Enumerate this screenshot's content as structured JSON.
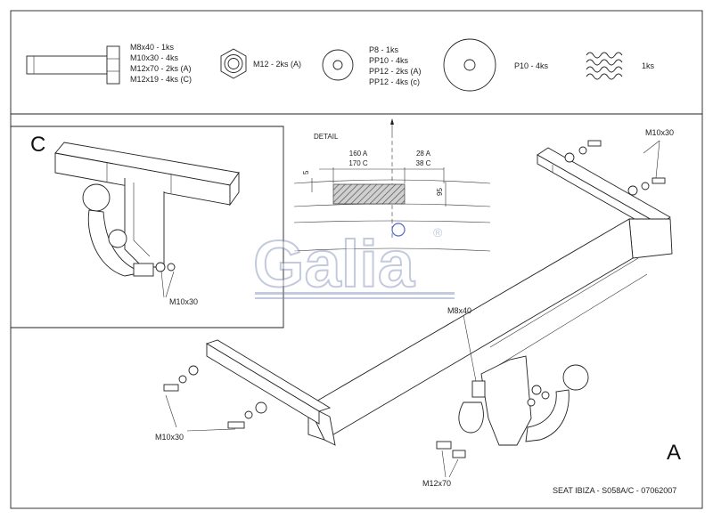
{
  "parts": {
    "bolt": {
      "lines": [
        "M8x40 - 1ks",
        "M10x30 - 4ks",
        "M12x70 - 2ks (A)",
        "M12x19 - 4ks (C)"
      ]
    },
    "nut": {
      "label": "M12 - 2ks (A)"
    },
    "washer_small": {
      "lines": [
        "P8 - 1ks",
        "PP10 - 4ks",
        "PP12 - 2ks (A)",
        "PP12 - 4ks (c)"
      ]
    },
    "washer_large": {
      "label": "P10 - 4ks"
    },
    "spring": {
      "label": "1ks"
    }
  },
  "detail_c": {
    "letter": "C",
    "bolt_label": "M10x30"
  },
  "detail": {
    "title": "DETAIL",
    "dim_top_left_1": "160 A",
    "dim_top_left_2": "170 C",
    "dim_top_right_1": "28 A",
    "dim_top_right_2": "38 C",
    "dim_left": "5",
    "dim_right": "95"
  },
  "watermark": {
    "text": "Galia",
    "reg": "®"
  },
  "main_a": {
    "letter": "A",
    "label_top_right": "M10x30",
    "label_left": "M10x30",
    "label_m8": "M8x40",
    "label_m12": "M12x70"
  },
  "footer": {
    "text": "SEAT IBIZA - S058A/C - 07062007"
  }
}
